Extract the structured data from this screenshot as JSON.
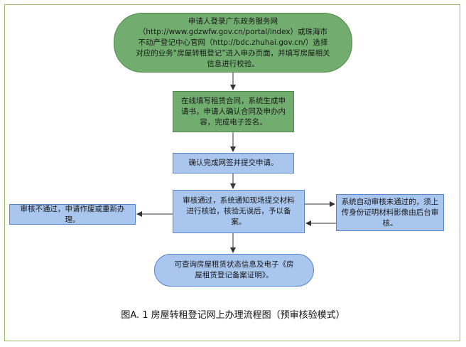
{
  "nodes": {
    "start": "申请人登录广东政务服务网（http://www.gdzwfw.gov.cn/portal/index）或珠海市不动产登记中心官网（http://bdc.zhuhai.gov.cn/）选择对应的业务“房屋转租登记”进入申办页面，并填写房屋相关信息进行校验。",
    "contract": "在线填写租赁合同，系统生成申请书，申请人确认合同及申办内容，完成电子签名。",
    "submit": "确认完成网签并提交申请。",
    "review": "审核通过，系统通知现场提交材料进行核验，核验无误后，予以备案。",
    "reject": "审核不通过，申请作废或重新办理。",
    "auto_fail": "系统自动审核未通过的，须上传身份证明材料影像由后台审核。",
    "result": "可查询房屋租赁状态信息及电子《房屋租赁登记备案证明》。"
  },
  "caption": "图A. 1 房屋转租登记网上办理流程图（预审核验模式）"
}
